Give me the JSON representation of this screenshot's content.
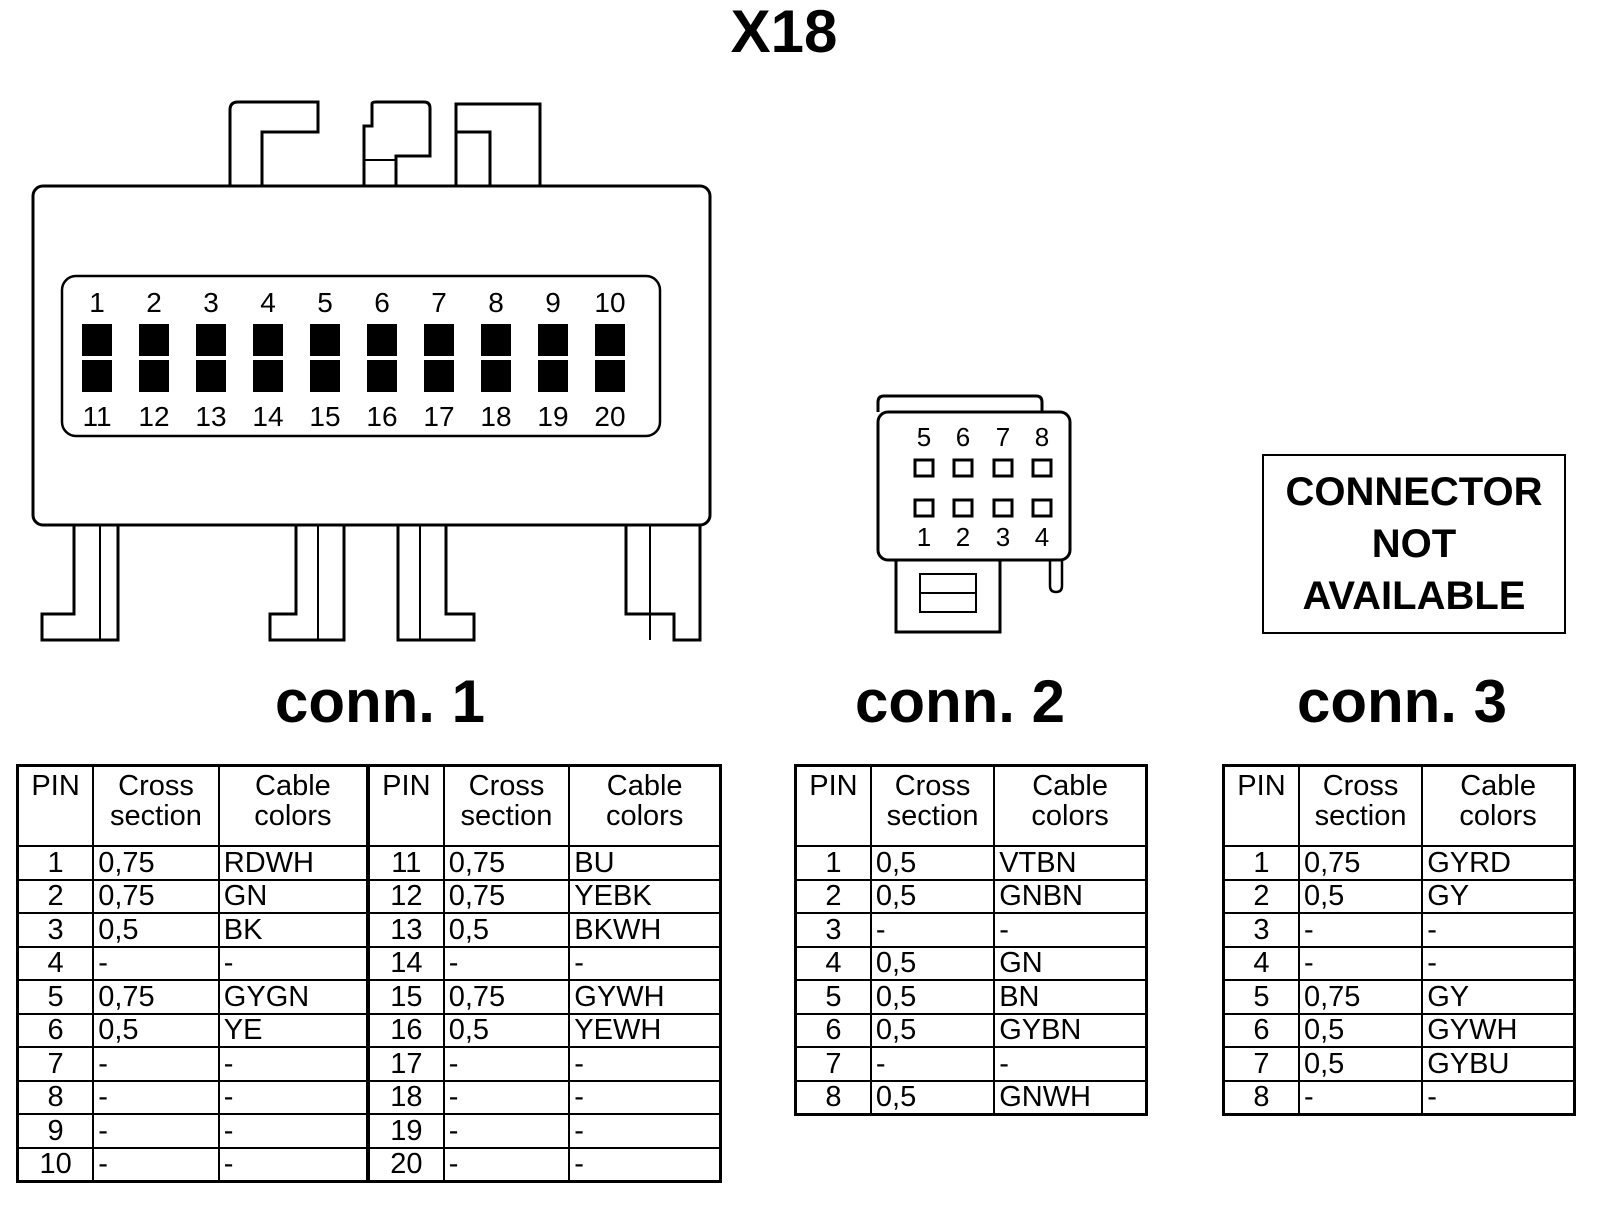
{
  "title": "X18",
  "connectors": [
    {
      "label": "conn. 1",
      "top_pins": [
        "1",
        "2",
        "3",
        "4",
        "5",
        "6",
        "7",
        "8",
        "9",
        "10"
      ],
      "bottom_pins": [
        "11",
        "12",
        "13",
        "14",
        "15",
        "16",
        "17",
        "18",
        "19",
        "20"
      ]
    },
    {
      "label": "conn. 2",
      "top_pins": [
        "5",
        "6",
        "7",
        "8"
      ],
      "bottom_pins": [
        "1",
        "2",
        "3",
        "4"
      ]
    },
    {
      "label": "conn. 3",
      "not_available": [
        "CONNECTOR",
        "NOT",
        "AVAILABLE"
      ]
    }
  ],
  "headers": {
    "pin": "PIN",
    "cross": "Cross section",
    "cable": "Cable colors"
  },
  "tables": {
    "conn1": [
      [
        "1",
        "0,75",
        "RDWH",
        "11",
        "0,75",
        "BU"
      ],
      [
        "2",
        "0,75",
        "GN",
        "12",
        "0,75",
        "YEBK"
      ],
      [
        "3",
        "0,5",
        "BK",
        "13",
        "0,5",
        "BKWH"
      ],
      [
        "4",
        "-",
        "-",
        "14",
        "-",
        "-"
      ],
      [
        "5",
        "0,75",
        "GYGN",
        "15",
        "0,75",
        "GYWH"
      ],
      [
        "6",
        "0,5",
        "YE",
        "16",
        "0,5",
        "YEWH"
      ],
      [
        "7",
        "-",
        "-",
        "17",
        "-",
        "-"
      ],
      [
        "8",
        "-",
        "-",
        "18",
        "-",
        "-"
      ],
      [
        "9",
        "-",
        "-",
        "19",
        "-",
        "-"
      ],
      [
        "10",
        "-",
        "-",
        "20",
        "-",
        "-"
      ]
    ],
    "conn2": [
      [
        "1",
        "0,5",
        "VTBN"
      ],
      [
        "2",
        "0,5",
        "GNBN"
      ],
      [
        "3",
        "-",
        "-"
      ],
      [
        "4",
        "0,5",
        "GN"
      ],
      [
        "5",
        "0,5",
        "BN"
      ],
      [
        "6",
        "0,5",
        "GYBN"
      ],
      [
        "7",
        "-",
        "-"
      ],
      [
        "8",
        "0,5",
        "GNWH"
      ]
    ],
    "conn3": [
      [
        "1",
        "0,75",
        "GYRD"
      ],
      [
        "2",
        "0,5",
        "GY"
      ],
      [
        "3",
        "-",
        "-"
      ],
      [
        "4",
        "-",
        "-"
      ],
      [
        "5",
        "0,75",
        "GY"
      ],
      [
        "6",
        "0,5",
        "GYWH"
      ],
      [
        "7",
        "0,5",
        "GYBU"
      ],
      [
        "8",
        "-",
        "-"
      ]
    ]
  }
}
